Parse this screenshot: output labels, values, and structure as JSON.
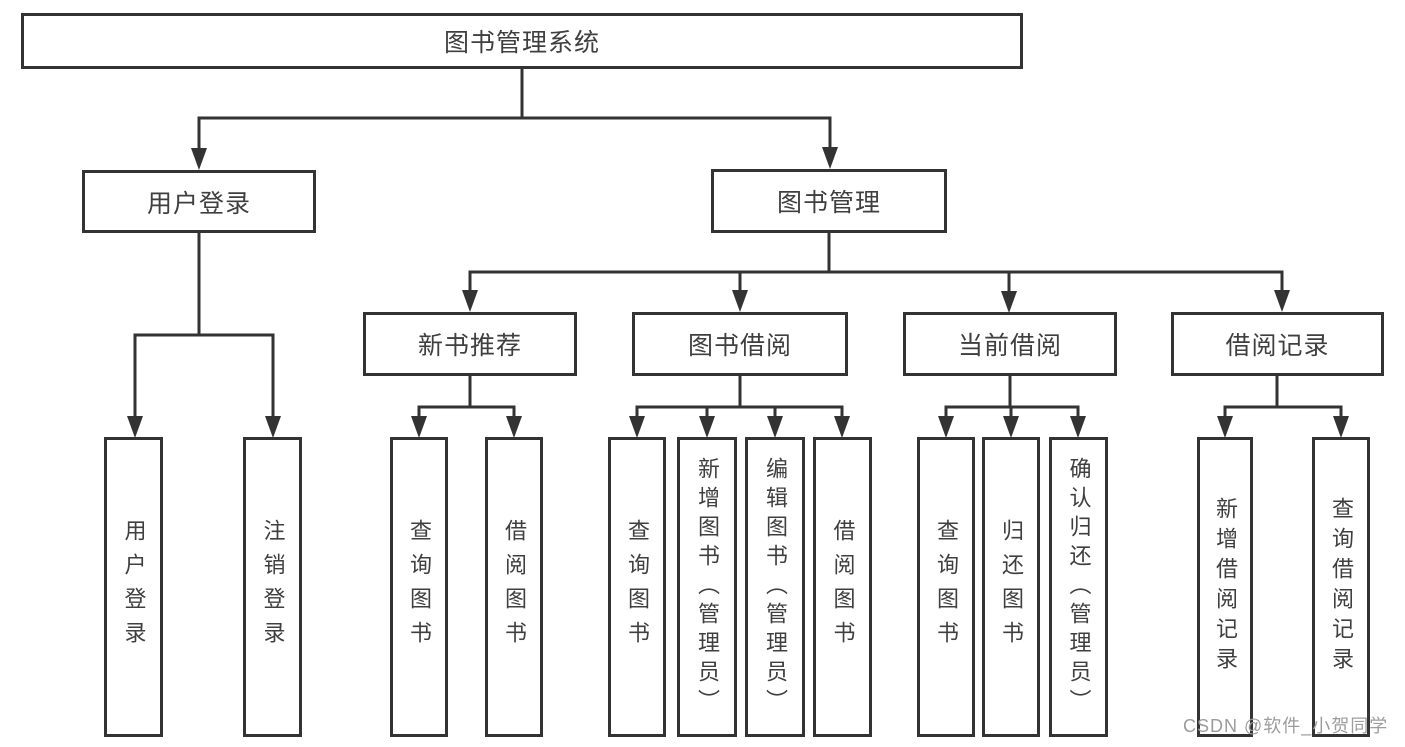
{
  "diagram": {
    "root": {
      "label": "图书管理系统"
    },
    "level2": [
      {
        "id": "user-login",
        "label": "用户登录"
      },
      {
        "id": "book-management",
        "label": "图书管理"
      }
    ],
    "level3": [
      {
        "id": "new-book-recommend",
        "label": "新书推荐"
      },
      {
        "id": "book-borrow",
        "label": "图书借阅"
      },
      {
        "id": "current-borrow",
        "label": "当前借阅"
      },
      {
        "id": "borrow-records",
        "label": "借阅记录"
      }
    ],
    "leaves": {
      "user_login": [
        "用户登录",
        "注销登录"
      ],
      "new_book_recommend": [
        "查询图书",
        "借阅图书"
      ],
      "book_borrow": [
        "查询图书",
        "新增图书（管理员）",
        "编辑图书（管理员）",
        "借阅图书"
      ],
      "current_borrow": [
        "查询图书",
        "归还图书",
        "确认归还（管理员）"
      ],
      "borrow_records": [
        "新增借阅记录",
        "查询借阅记录"
      ]
    },
    "watermark": "CSDN @软件_小贺同学",
    "colors": {
      "line": "#333333",
      "text": "#3f3f3f",
      "watermark": "#9c9c9c",
      "background": "#ffffff"
    }
  }
}
